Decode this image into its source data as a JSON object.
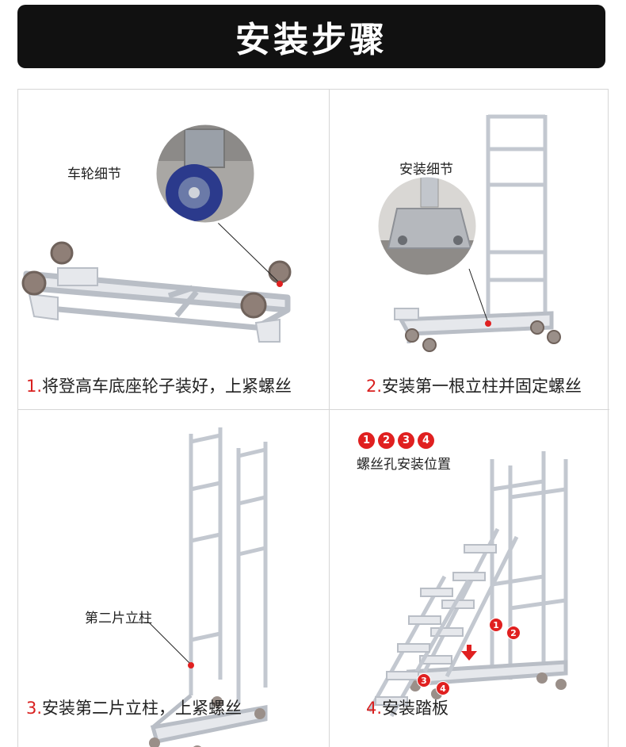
{
  "header": {
    "title": "安装步骤"
  },
  "steps": [
    {
      "num": "1.",
      "text": "将登高车底座轮子装好，上紧螺丝",
      "callout": "车轮细节"
    },
    {
      "num": "2.",
      "text": "安装第一根立柱并固定螺丝",
      "callout": "安装细节"
    },
    {
      "num": "3.",
      "text": "安装第二片立柱，上紧螺丝",
      "callout": "第二片立柱"
    },
    {
      "num": "4.",
      "text": "安装踏板",
      "callout": "螺丝孔安装位置"
    }
  ],
  "holes": [
    "1",
    "2",
    "3",
    "4"
  ],
  "colors": {
    "accent": "#d9201f",
    "banner": "#111111",
    "frame": "#c8ccd2"
  }
}
